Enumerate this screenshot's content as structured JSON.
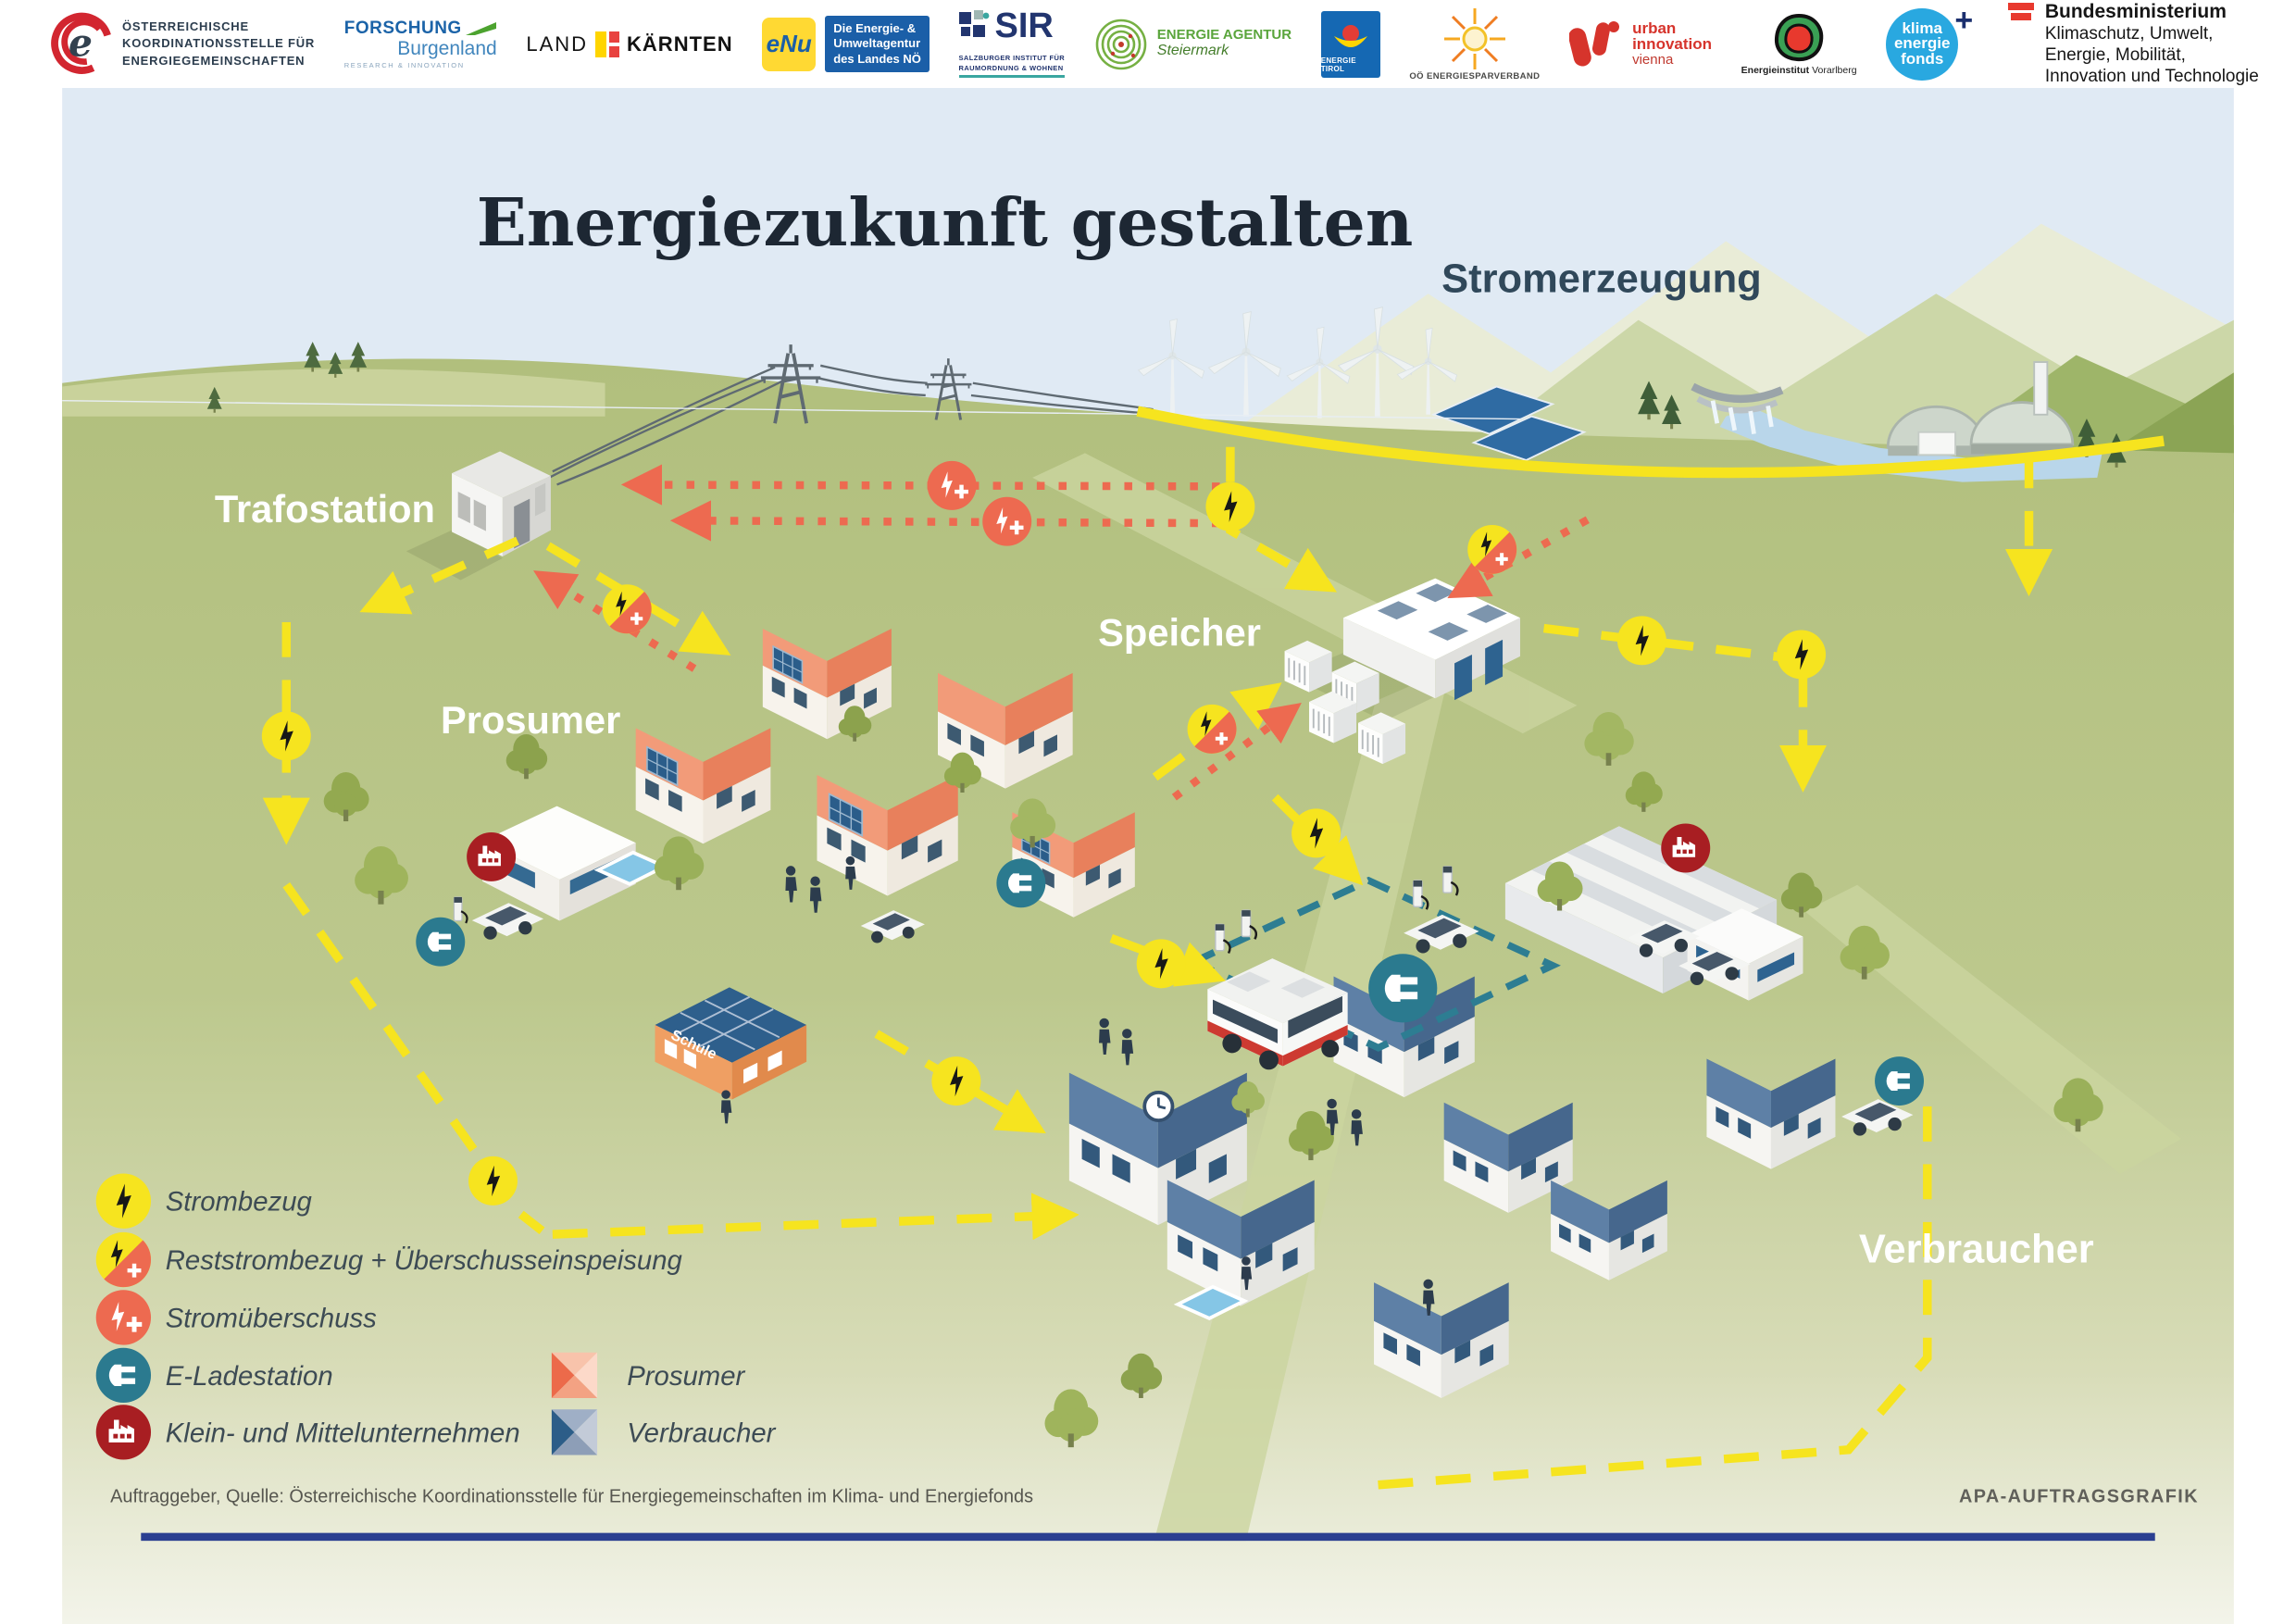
{
  "header": {
    "logos": [
      {
        "name": "oesterreichische-koordinationsstelle",
        "glyph": "e-swirl-icon",
        "lines": [
          "ÖSTERREICHISCHE",
          "KOORDINATIONSSTELLE FÜR",
          "ENERGIEGEMEINSCHAFTEN"
        ]
      },
      {
        "name": "forschung-burgenland",
        "glyph": "green-swoosh-icon",
        "line1": "FORSCHUNG",
        "line2": "Burgenland",
        "line3": "RESEARCH & INNOVATION"
      },
      {
        "name": "land-kaernten",
        "glyph": "kaernten-flag-icon",
        "line1": "LAND",
        "line2": "KÄRNTEN"
      },
      {
        "name": "enu",
        "badge": "eNu",
        "lines": [
          "Die Energie- &",
          "Umweltagentur",
          "des Landes NÖ"
        ]
      },
      {
        "name": "sir",
        "glyph": "sir-mosaic-icon",
        "acronym": "SIR",
        "line1": "SALZBURGER INSTITUT FÜR",
        "line2": "RAUMORDNUNG & WOHNEN"
      },
      {
        "name": "energie-agentur-steiermark",
        "glyph": "green-rings-icon",
        "line1": "ENERGIE AGENTUR",
        "line2": "Steiermark"
      },
      {
        "name": "energie-tirol",
        "glyph": "tirol-boat-icon",
        "line1": "ENERGIE TIROL"
      },
      {
        "name": "ooe-energiesparverband",
        "glyph": "sun-icon",
        "line1": "OÖ ENERGIESPARVERBAND"
      },
      {
        "name": "urban-innovation-vienna",
        "glyph": "ui-glyph-icon",
        "line1": "urban",
        "line2": "innovation",
        "line3": "vienna"
      },
      {
        "name": "energieinstitut-vorarlberg",
        "glyph": "green-blob-icon",
        "line1": "Energieinstitut",
        "line2": "Vorarlberg"
      },
      {
        "name": "klima-energiefonds",
        "line1": "klima",
        "line2": "energie",
        "line3": "fonds",
        "plus": "+"
      },
      {
        "name": "bundesministerium",
        "glyph": "austria-flag-icon",
        "line1": "Bundesministerium",
        "lines": [
          "Klimaschutz, Umwelt,",
          "Energie, Mobilität,",
          "Innovation und Technologie"
        ]
      }
    ]
  },
  "title": "Energiezukunft gestalten",
  "scene": {
    "labels": {
      "stromerzeugung": "Stromerzeugung",
      "trafostation": "Trafostation",
      "speicher": "Speicher",
      "prosumer": "Prosumer",
      "verbraucher": "Verbraucher",
      "schule": "Schule"
    }
  },
  "legend": {
    "items": [
      {
        "icon": "strombezug-icon",
        "label": "Strombezug"
      },
      {
        "icon": "reststrombezug-icon",
        "label": "Reststrombezug + Überschusseinspeisung"
      },
      {
        "icon": "stromueberschuss-icon",
        "label": "Stromüberschuss"
      },
      {
        "icon": "e-ladestation-icon",
        "label": "E-Ladestation"
      },
      {
        "icon": "kmu-icon",
        "label": "Klein- und Mittelunternehmen"
      }
    ],
    "areas": [
      {
        "icon": "prosumer-diamond-icon",
        "label": "Prosumer"
      },
      {
        "icon": "verbraucher-diamond-icon",
        "label": "Verbraucher"
      }
    ]
  },
  "footer": {
    "source": "Auftraggeber, Quelle: Österreichische Koordinationsstelle für Energiegemeinschaften im Klima- und Energiefonds",
    "credit": "APA-AUFTRAGSGRAFIK"
  },
  "colors": {
    "strombezug_yellow": "#f6e41f",
    "ueberschuss_red": "#ed6a50",
    "ladestation_teal": "#2b7a8f",
    "kmu_darkred": "#a81e22",
    "prosumer_roof": "#f0906c",
    "verbraucher_roof": "#56759c",
    "sky": "#e0eaf4",
    "ground": "#b3c17f"
  }
}
